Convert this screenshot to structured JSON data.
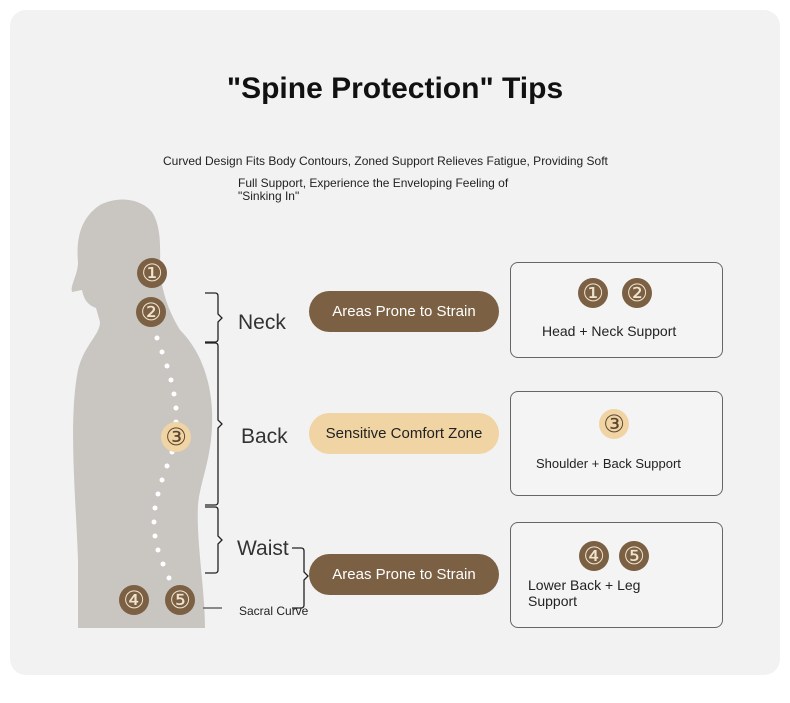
{
  "title": "\"Spine Protection\" Tips",
  "subtitle_line1": "Curved Design Fits Body Contours, Zoned Support Relieves Fatigue, Providing Soft",
  "subtitle_line2": "Full Support, Experience the Enveloping Feeling of",
  "subtitle_line3": "\"Sinking In\"",
  "markers": {
    "m1": "①",
    "m2": "②",
    "m3": "③",
    "m4": "④",
    "m5": "⑤"
  },
  "regions": {
    "neck": "Neck",
    "back": "Back",
    "waist": "Waist",
    "sacral": "Sacral Curve"
  },
  "pills": {
    "neck": "Areas Prone to Strain",
    "back": "Sensitive Comfort Zone",
    "waist": "Areas Prone to Strain"
  },
  "boxes": {
    "neck": "Head + Neck Support",
    "back": "Shoulder + Back Support",
    "waist_line1": "Lower Back + Leg",
    "waist_line2": "Support"
  },
  "colors": {
    "brown": "#7b6043",
    "beige": "#f0d4a4",
    "silhouette": "#c9c6c2"
  }
}
